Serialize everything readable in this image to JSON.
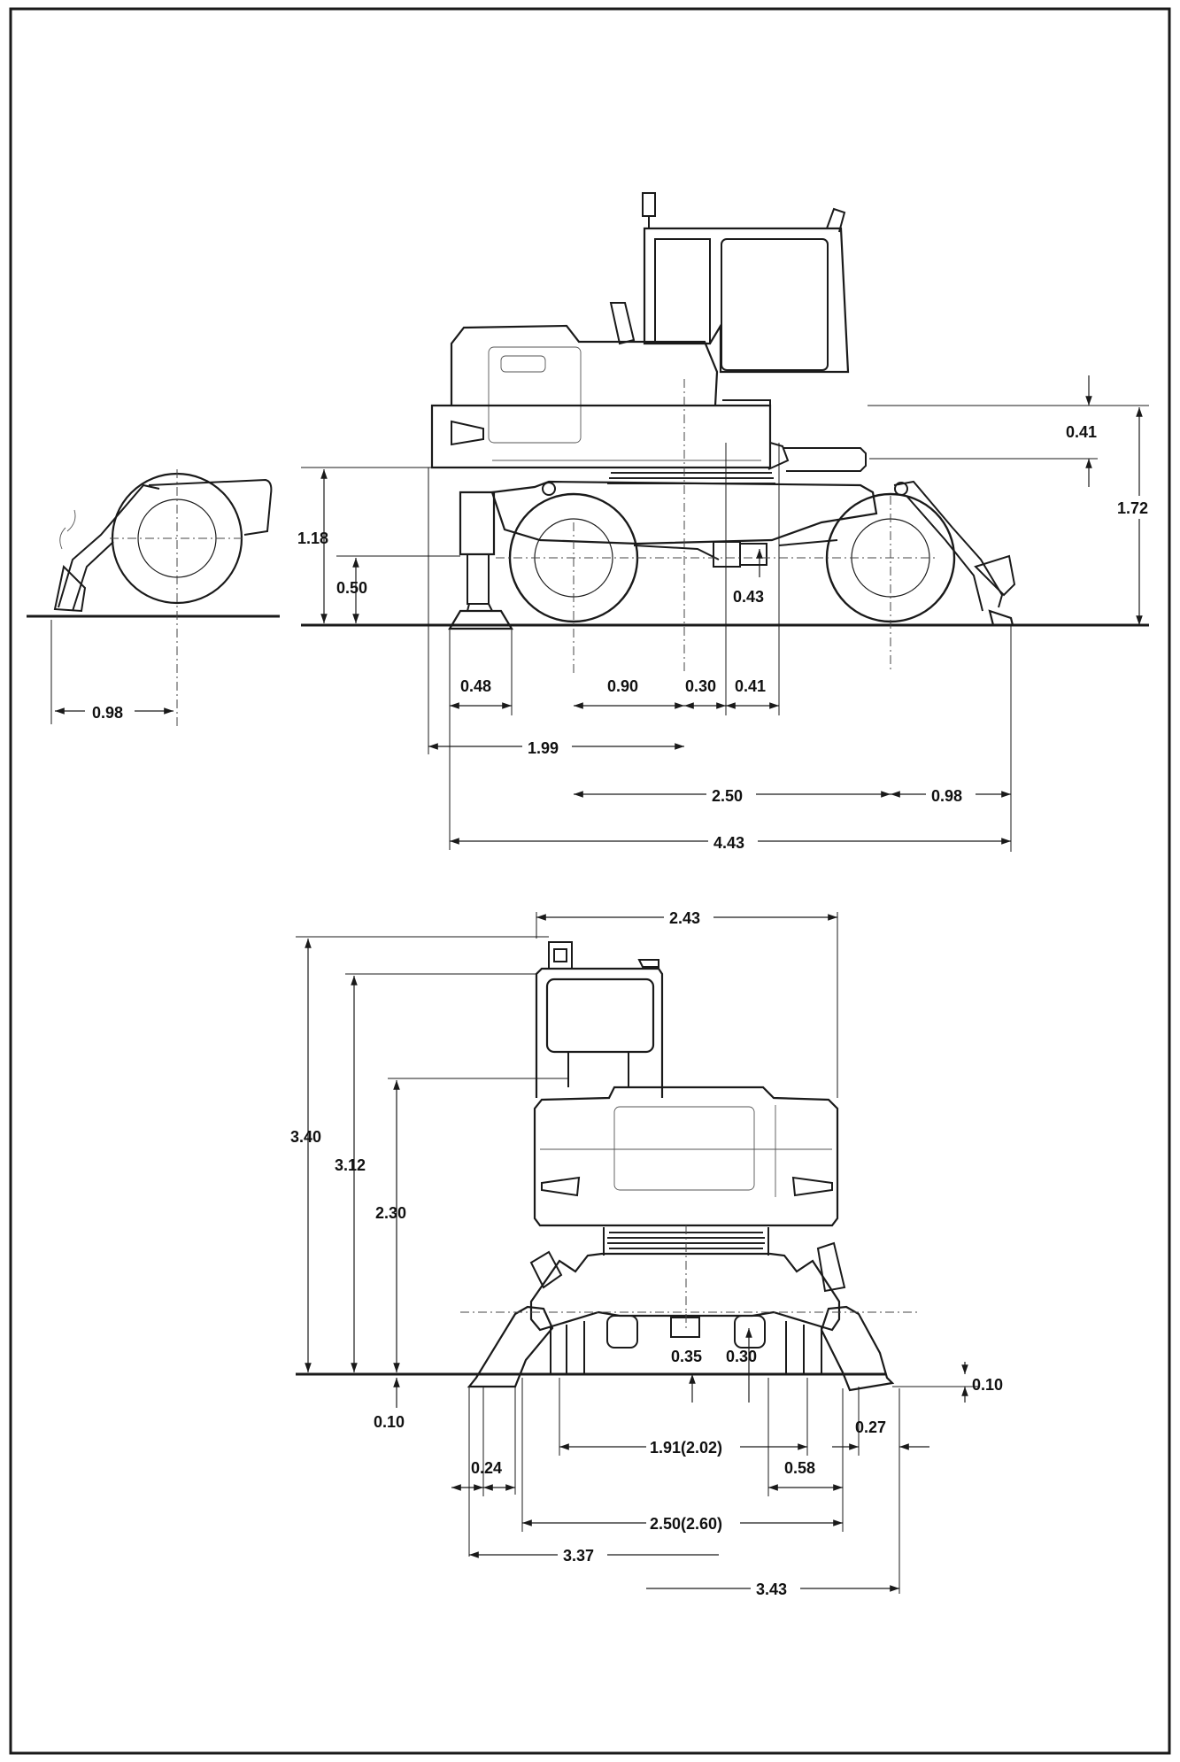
{
  "side_view": {
    "dimensions": {
      "d041_top": "0.41",
      "d172": "1.72",
      "d118": "1.18",
      "d050": "0.50",
      "d043": "0.43",
      "d048": "0.48",
      "d090": "0.90",
      "d030": "0.30",
      "d041_bottom": "0.41",
      "d199": "1.99",
      "d250": "2.50",
      "d098_rear": "0.98",
      "d443": "4.43",
      "d098_front": "0.98"
    }
  },
  "front_view": {
    "dimensions": {
      "d243": "2.43",
      "d340": "3.40",
      "d312": "3.12",
      "d230": "2.30",
      "d010_left": "0.10",
      "d035": "0.35",
      "d030": "0.30",
      "d010_right": "0.10",
      "d027": "0.27",
      "d024": "0.24",
      "d191": "1.91(2.02)",
      "d058": "0.58",
      "d250": "2.50(2.60)",
      "d337": "3.37",
      "d343": "3.43"
    }
  }
}
